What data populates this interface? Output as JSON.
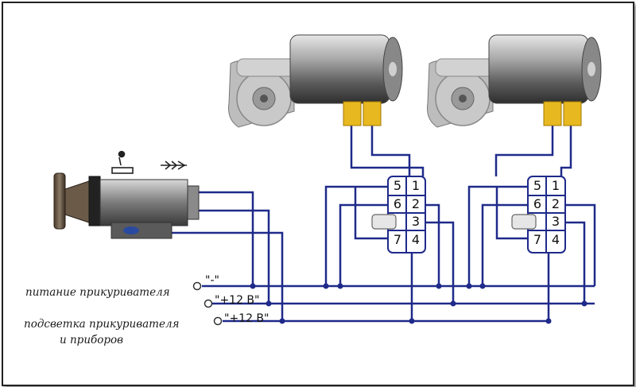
{
  "labels": {
    "power": "питание прикуривателя",
    "backlight_line1": "подсветка прикуривателя",
    "backlight_line2": "и приборов"
  },
  "terminals": {
    "t1": "\"-\"",
    "t2": "\"+12 В\"",
    "t3": "\"+12 В\""
  },
  "connector_left": {
    "pins": [
      "5",
      "1",
      "6",
      "2",
      "3",
      "7",
      "4"
    ]
  },
  "connector_right": {
    "pins": [
      "5",
      "1",
      "6",
      "2",
      "3",
      "7",
      "4"
    ]
  },
  "colors": {
    "wire": "#1f2a8a",
    "plug": "#e8b820",
    "frame": "#222222"
  }
}
